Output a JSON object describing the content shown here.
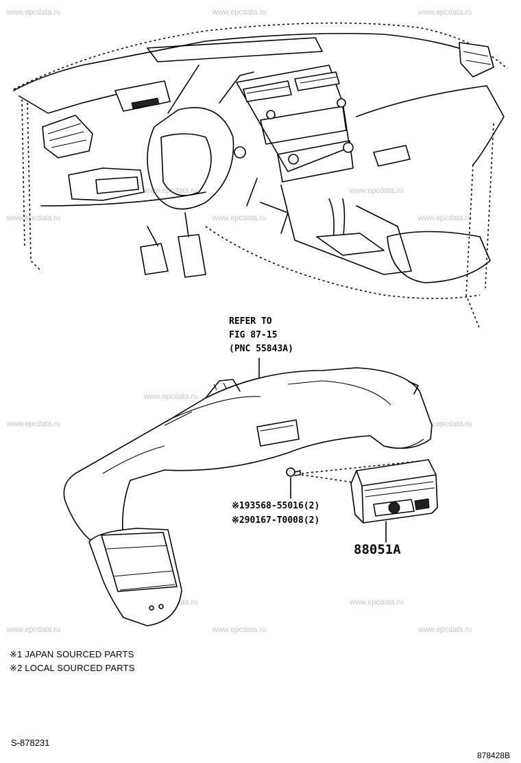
{
  "watermark": "www.epcdata.ru",
  "refer_note": [
    "REFER TO",
    "FIG 87-15",
    "(PNC 55843A)"
  ],
  "part_lines": [
    {
      "mark": "※1",
      "part": "93568-55016",
      "qty": "(2)"
    },
    {
      "mark": "※2",
      "part": "90167-T0008",
      "qty": "(2)"
    }
  ],
  "main_part": "88051A",
  "legend": [
    {
      "mark": "※1",
      "text": "JAPAN SOURCED PARTS"
    },
    {
      "mark": "※2",
      "text": "LOCAL SOURCED PARTS"
    }
  ],
  "figure_code": "S-878231",
  "drawing_code": "878428B"
}
